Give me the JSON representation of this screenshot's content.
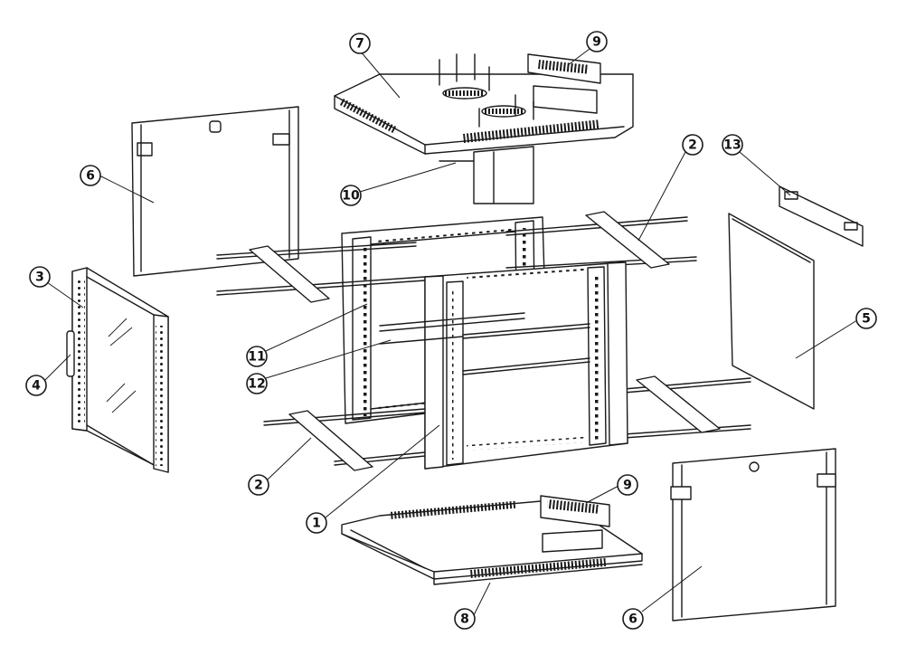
{
  "callouts": [
    {
      "label": "1"
    },
    {
      "label": "2"
    },
    {
      "label": "2"
    },
    {
      "label": "3"
    },
    {
      "label": "4"
    },
    {
      "label": "5"
    },
    {
      "label": "6"
    },
    {
      "label": "6"
    },
    {
      "label": "7"
    },
    {
      "label": "8"
    },
    {
      "label": "9"
    },
    {
      "label": "9"
    },
    {
      "label": "10"
    },
    {
      "label": "11"
    },
    {
      "label": "12"
    },
    {
      "label": "13"
    }
  ]
}
